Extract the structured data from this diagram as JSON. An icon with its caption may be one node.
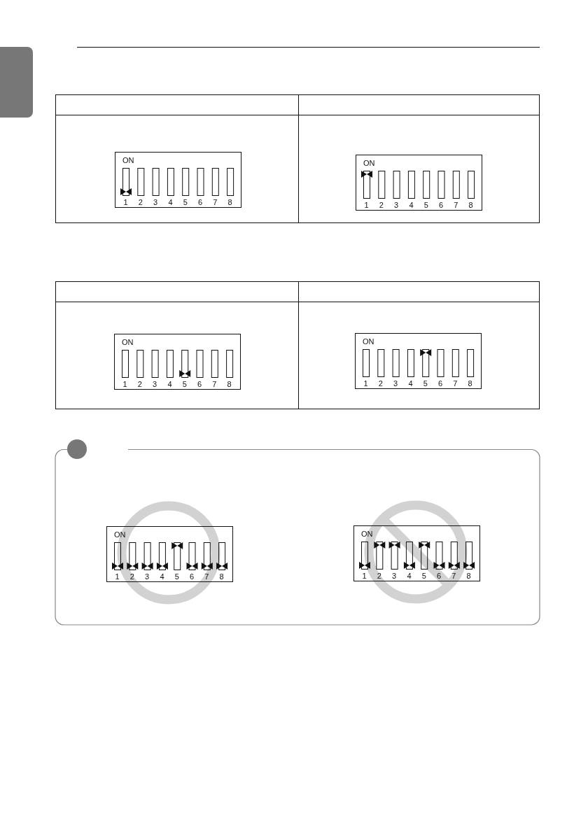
{
  "diagram": {
    "labels": [
      "ON",
      "1",
      "2",
      "3",
      "4",
      "5",
      "6",
      "7",
      "8",
      "ON",
      "1",
      "2",
      "3",
      "4",
      "5",
      "6",
      "7",
      "8",
      "ON",
      "1",
      "2",
      "3",
      "4",
      "5",
      "6",
      "7",
      "8",
      "ON",
      "1",
      "2",
      "3",
      "4",
      "5",
      "6",
      "7",
      "8",
      "ON",
      "1",
      "2",
      "3",
      "4",
      "5",
      "6",
      "7",
      "8",
      "ON",
      "1",
      "2",
      "3",
      "4",
      "5",
      "6",
      "7",
      "8"
    ]
  }
}
